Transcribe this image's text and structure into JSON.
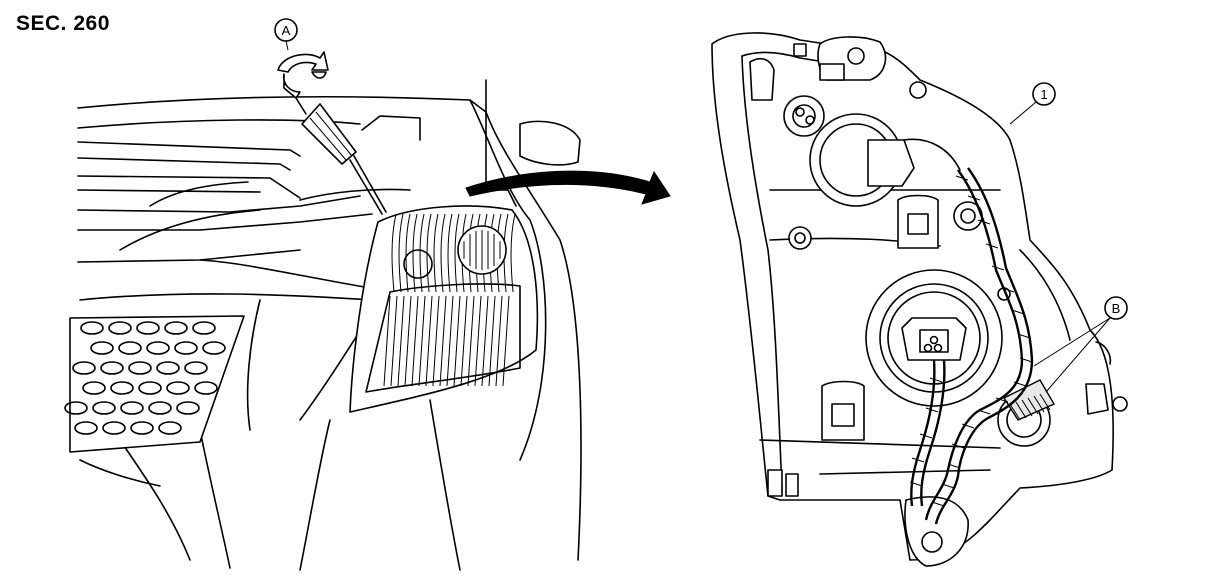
{
  "section_label": "SEC. 260",
  "callouts": {
    "a": "A",
    "b": "B",
    "one": "1"
  },
  "colors": {
    "line": "#000000",
    "background": "#ffffff"
  }
}
